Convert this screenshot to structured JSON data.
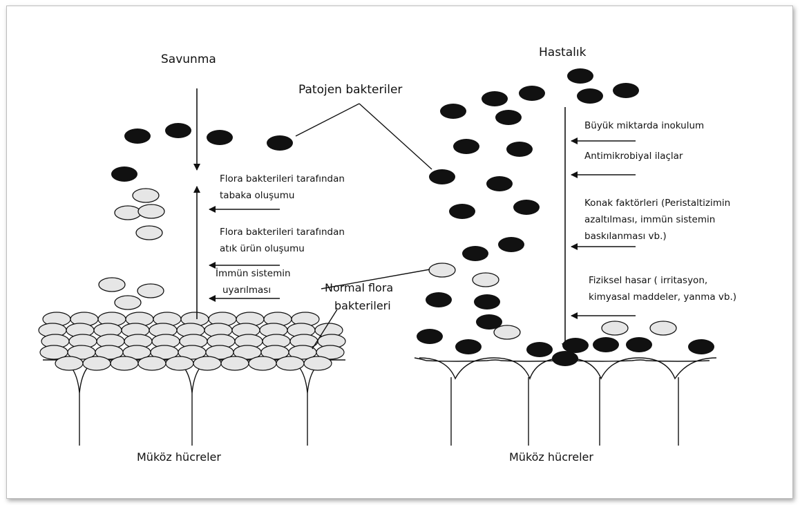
{
  "left": {
    "title": "Savunma",
    "bottom_label": "Müköz hücreler",
    "annotations": [
      {
        "line1": "Flora bakterileri tarafından",
        "line2": "tabaka oluşumu"
      },
      {
        "line1": "Flora bakterileri tarafından",
        "line2": "atık ürün oluşumu"
      },
      {
        "line1": "İmmün sistemin",
        "line2": "uyarılması"
      }
    ]
  },
  "right": {
    "title": "Hastalık",
    "bottom_label": "Müköz hücreler",
    "factors": [
      {
        "line1": "Büyük miktarda inokulum",
        "line2": ""
      },
      {
        "line1": "Antimikrobiyal ilaçlar",
        "line2": ""
      },
      {
        "line1": "Konak faktörleri (Peristaltizimin",
        "line2": "azaltılması, immün sistemin",
        "line3": "baskılanması vb.)"
      },
      {
        "line1": "Fiziksel hasar ( irritasyon,",
        "line2": "kimyasal maddeler, yanma vb.)"
      }
    ]
  },
  "center_labels": {
    "pathogen": "Patojen bakteriler",
    "normal_flora_line1": "Normal flora",
    "normal_flora_line2": "bakterileri"
  },
  "colors": {
    "pathogen_fill": "#111111",
    "normal_flora_fill": "#e6e6e6",
    "line": "#111111"
  }
}
